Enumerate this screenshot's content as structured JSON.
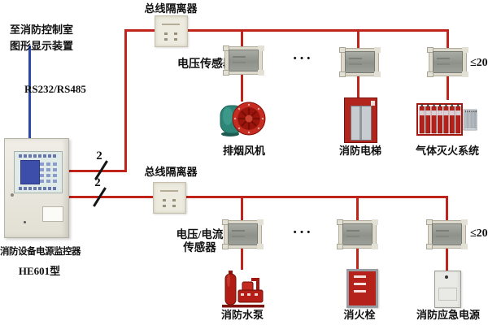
{
  "colors": {
    "wire_red": "#c1241b",
    "wire_blue": "#2a48ae",
    "background": "#ffffff"
  },
  "top_left_note": {
    "line1": "至消防控制室",
    "line2": "图形显示装置"
  },
  "serial_link_label": "RS232/RS485",
  "controller": {
    "name": "消防设备电源监控器",
    "model": "HE601型"
  },
  "loop1": {
    "wire_count": "2",
    "isolator_label": "总线隔离器",
    "sensor_type_label": "电压传感器",
    "ellipsis": "···",
    "device_limit": "≤20",
    "devices": [
      {
        "label": "排烟风机",
        "icon": "smoke-exhaust-fan"
      },
      {
        "label": "消防电梯",
        "icon": "fire-elevator"
      },
      {
        "label": "气体灭火系统",
        "icon": "gas-extinguishing-system"
      }
    ]
  },
  "loop2": {
    "wire_count": "2",
    "isolator_label": "总线隔离器",
    "sensor_type_label_line1": "电压/电流",
    "sensor_type_label_line2": "传感器",
    "ellipsis": "···",
    "device_limit": "≤20",
    "devices": [
      {
        "label": "消防水泵",
        "icon": "fire-pump"
      },
      {
        "label": "消火栓",
        "icon": "fire-hydrant"
      },
      {
        "label": "消防应急电源",
        "icon": "fire-emergency-power"
      }
    ]
  }
}
